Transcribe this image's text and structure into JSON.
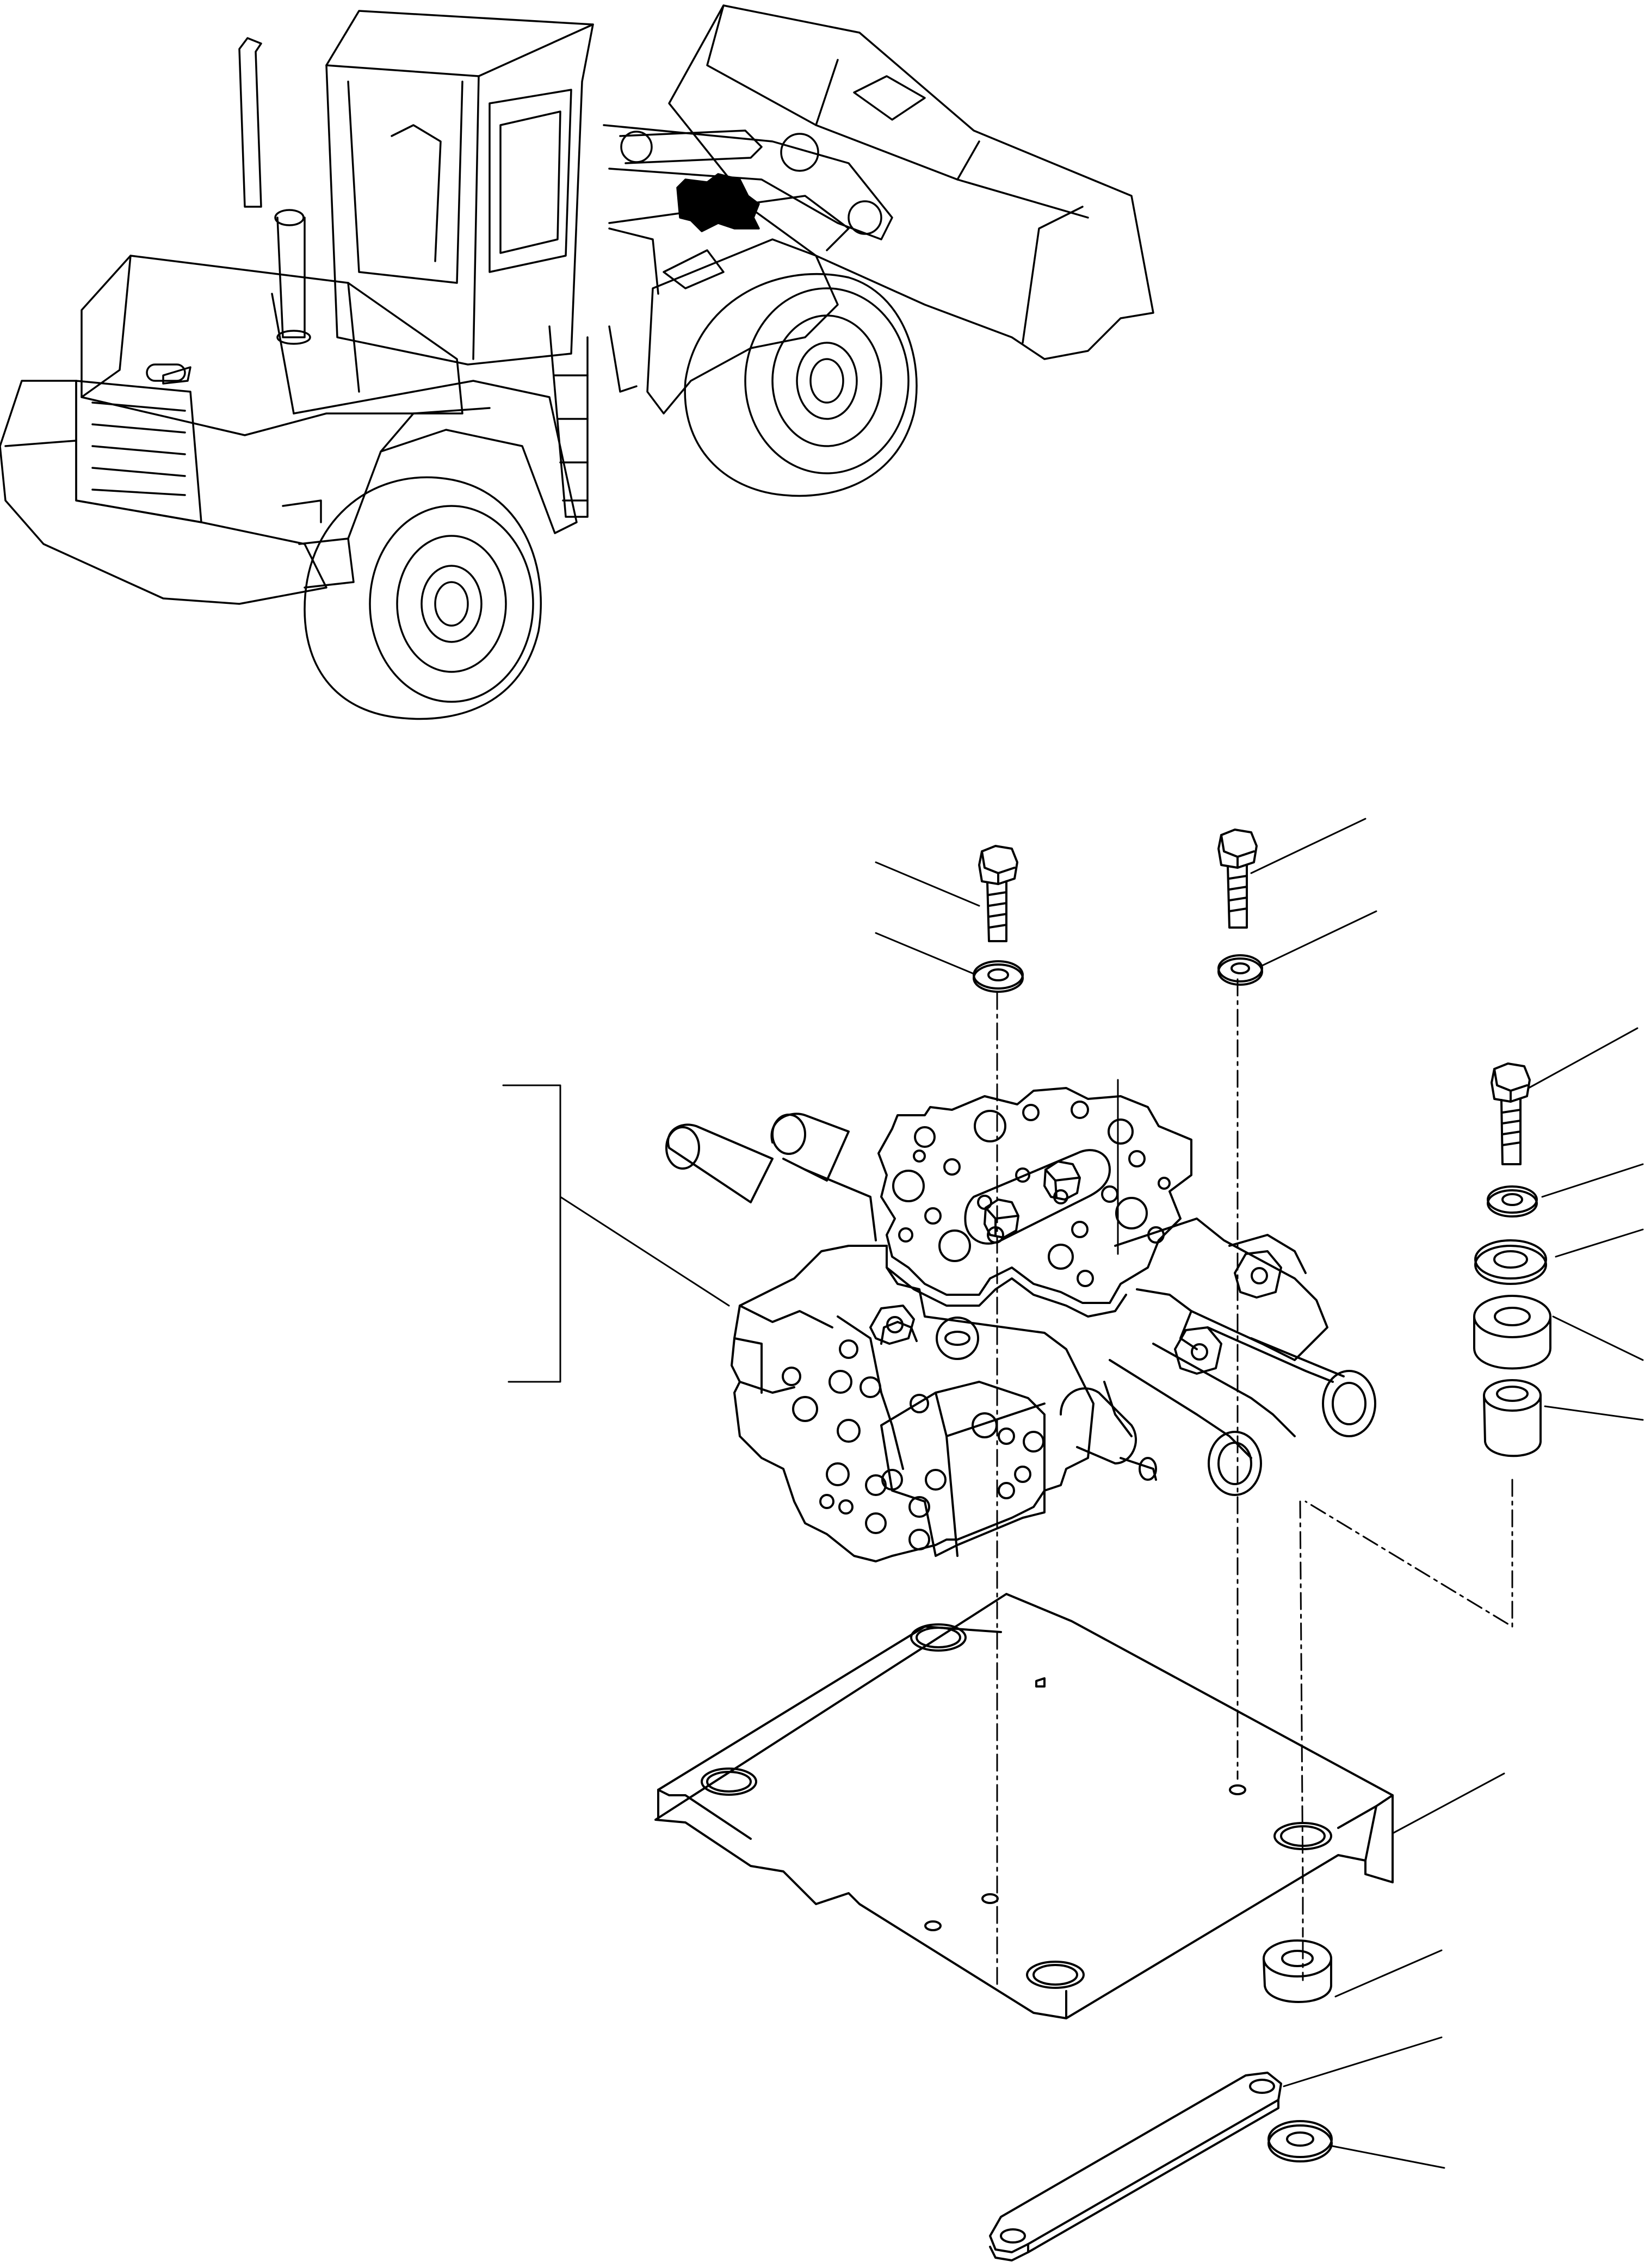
{
  "diagram": {
    "kind": "exploded-parts-illustration",
    "line_color": "#000000",
    "background": "#ffffff",
    "highlight_color": "#000000",
    "locator": {
      "machine": "wheel-loader",
      "highlighted_component": "main-control-valve"
    },
    "parts": [
      {
        "id": "bolt-left",
        "icon": "hex-bolt-icon"
      },
      {
        "id": "washer-left",
        "icon": "washer-icon"
      },
      {
        "id": "bolt-right",
        "icon": "hex-bolt-icon"
      },
      {
        "id": "washer-right",
        "icon": "washer-icon"
      },
      {
        "id": "control-valve-assembly",
        "icon": "valve-block-icon"
      },
      {
        "id": "bolt-far-right",
        "icon": "hex-bolt-icon"
      },
      {
        "id": "washer-small",
        "icon": "washer-icon"
      },
      {
        "id": "washer-large",
        "icon": "washer-icon"
      },
      {
        "id": "rubber-mount",
        "icon": "cushion-icon"
      },
      {
        "id": "collar",
        "icon": "collar-icon"
      },
      {
        "id": "mounting-bracket",
        "icon": "bracket-plate-icon"
      },
      {
        "id": "lower-cushion",
        "icon": "cushion-icon"
      },
      {
        "id": "retainer-plate",
        "icon": "strap-plate-icon"
      },
      {
        "id": "lower-washer",
        "icon": "washer-icon"
      }
    ],
    "labels": []
  }
}
